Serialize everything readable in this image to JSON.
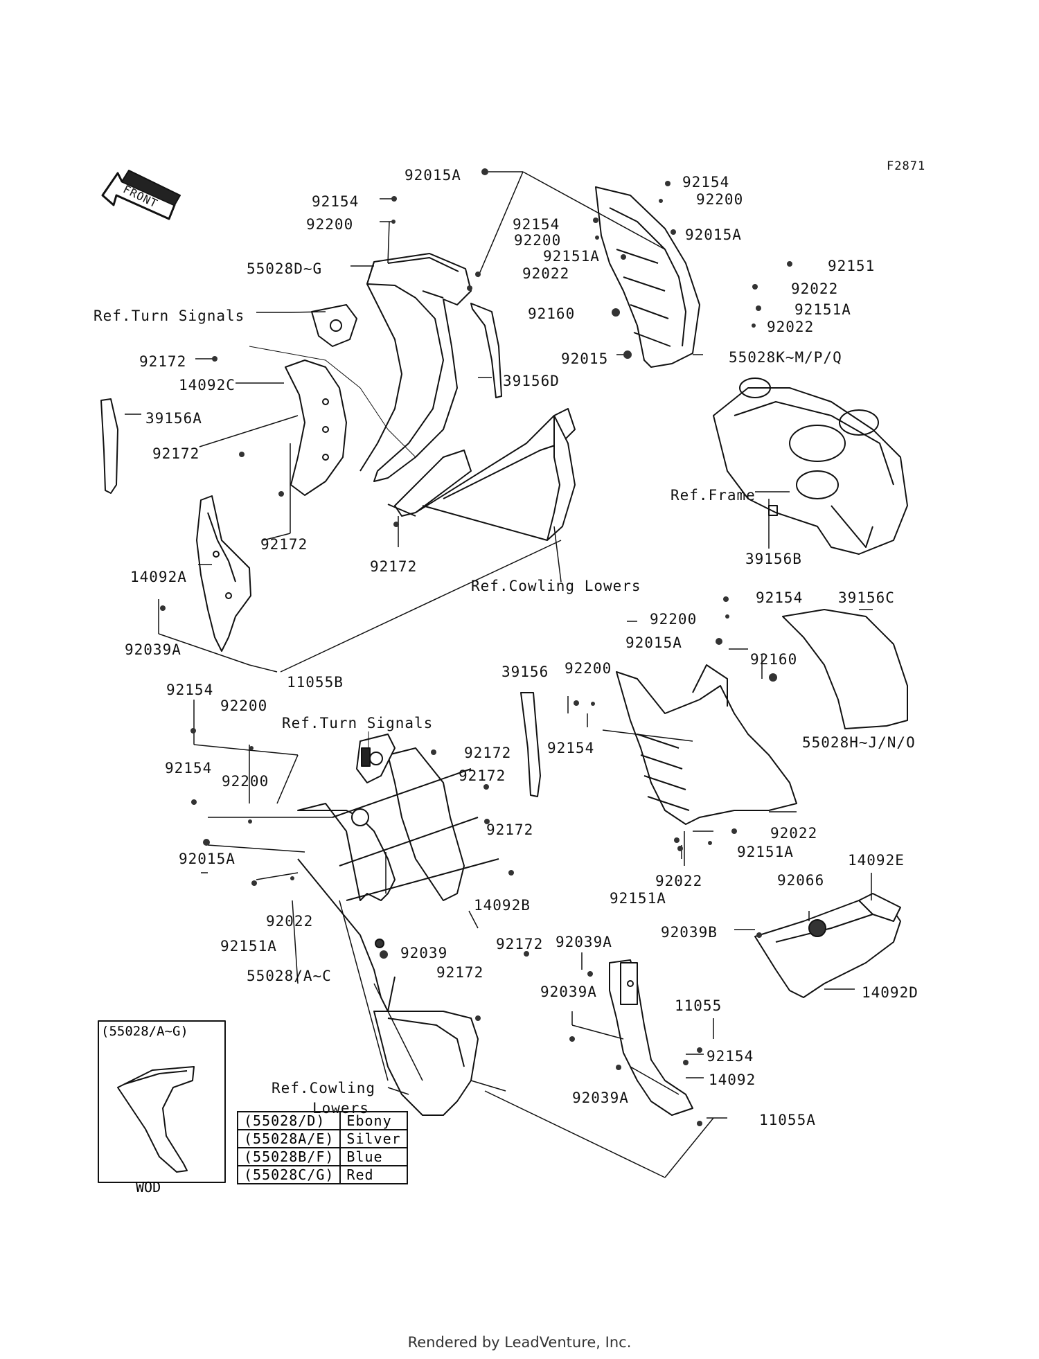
{
  "figure_id": "F2871",
  "footer": "Rendered by LeadVenture, Inc.",
  "front_label": "FRONT",
  "labels": [
    {
      "id": "l01",
      "text": "92015A"
    },
    {
      "id": "l02",
      "text": "92154"
    },
    {
      "id": "l03",
      "text": "92200"
    },
    {
      "id": "l04",
      "text": "55028D~G"
    },
    {
      "id": "l05",
      "text": "92154"
    },
    {
      "id": "l06",
      "text": "92200"
    },
    {
      "id": "l07",
      "text": "92151A"
    },
    {
      "id": "l08",
      "text": "92022"
    },
    {
      "id": "l09",
      "text": "Ref.Turn Signals"
    },
    {
      "id": "l10",
      "text": "92172"
    },
    {
      "id": "l11",
      "text": "14092C"
    },
    {
      "id": "l12",
      "text": "39156A"
    },
    {
      "id": "l13",
      "text": "92172"
    },
    {
      "id": "l14",
      "text": "92172"
    },
    {
      "id": "l15",
      "text": "92172"
    },
    {
      "id": "l16",
      "text": "39156D"
    },
    {
      "id": "l17",
      "text": "92154"
    },
    {
      "id": "l18",
      "text": "92200"
    },
    {
      "id": "l19",
      "text": "92015A"
    },
    {
      "id": "l20",
      "text": "92151"
    },
    {
      "id": "l21",
      "text": "92022"
    },
    {
      "id": "l22",
      "text": "92151A"
    },
    {
      "id": "l23",
      "text": "92022"
    },
    {
      "id": "l24",
      "text": "92160"
    },
    {
      "id": "l25",
      "text": "92015"
    },
    {
      "id": "l26",
      "text": "55028K~M/P/Q"
    },
    {
      "id": "l27",
      "text": "Ref.Frame"
    },
    {
      "id": "l28",
      "text": "39156B"
    },
    {
      "id": "l29",
      "text": "Ref.Cowling Lowers"
    },
    {
      "id": "l30",
      "text": "14092A"
    },
    {
      "id": "l31",
      "text": "92039A"
    },
    {
      "id": "l32",
      "text": "11055B"
    },
    {
      "id": "l33",
      "text": "92154"
    },
    {
      "id": "l34",
      "text": "92200"
    },
    {
      "id": "l35",
      "text": "39156C"
    },
    {
      "id": "l36",
      "text": "92015A"
    },
    {
      "id": "l37",
      "text": "92160"
    },
    {
      "id": "l38",
      "text": "39156"
    },
    {
      "id": "l39",
      "text": "92200"
    },
    {
      "id": "l40",
      "text": "92154"
    },
    {
      "id": "l41",
      "text": "55028H~J/N/O"
    },
    {
      "id": "l42",
      "text": "92154"
    },
    {
      "id": "l43",
      "text": "92200"
    },
    {
      "id": "l44",
      "text": "Ref.Turn Signals"
    },
    {
      "id": "l45",
      "text": "92172"
    },
    {
      "id": "l46",
      "text": "92154"
    },
    {
      "id": "l47",
      "text": "92200"
    },
    {
      "id": "l48",
      "text": "92172"
    },
    {
      "id": "l49",
      "text": "92172"
    },
    {
      "id": "l50",
      "text": "92015A"
    },
    {
      "id": "l51",
      "text": "92022"
    },
    {
      "id": "l52",
      "text": "92151A"
    },
    {
      "id": "l53",
      "text": "92022"
    },
    {
      "id": "l54",
      "text": "92151A"
    },
    {
      "id": "l55",
      "text": "14092E"
    },
    {
      "id": "l56",
      "text": "92066"
    },
    {
      "id": "l57",
      "text": "92022"
    },
    {
      "id": "l58",
      "text": "14092B"
    },
    {
      "id": "l59",
      "text": "92151A"
    },
    {
      "id": "l60",
      "text": "92039A"
    },
    {
      "id": "l61",
      "text": "92039B"
    },
    {
      "id": "l62",
      "text": "92039"
    },
    {
      "id": "l63",
      "text": "92172"
    },
    {
      "id": "l64",
      "text": "55028/A~C"
    },
    {
      "id": "l65",
      "text": "92172"
    },
    {
      "id": "l66",
      "text": "92039A"
    },
    {
      "id": "l67",
      "text": "14092D"
    },
    {
      "id": "l68",
      "text": "11055"
    },
    {
      "id": "l69",
      "text": "92154"
    },
    {
      "id": "l70",
      "text": "14092"
    },
    {
      "id": "l71",
      "text": "92039A"
    },
    {
      "id": "l72",
      "text": "11055A"
    },
    {
      "id": "l73",
      "text": "Ref.Cowling"
    },
    {
      "id": "l74",
      "text": "Lowers"
    }
  ],
  "wod_box": {
    "title": "(55028/A~G)",
    "caption": "WOD"
  },
  "color_table": [
    {
      "code": "(55028/D)",
      "color": "Ebony"
    },
    {
      "code": "(55028A/E)",
      "color": "Silver"
    },
    {
      "code": "(55028B/F)",
      "color": "Blue"
    },
    {
      "code": "(55028C/G)",
      "color": "Red"
    }
  ]
}
